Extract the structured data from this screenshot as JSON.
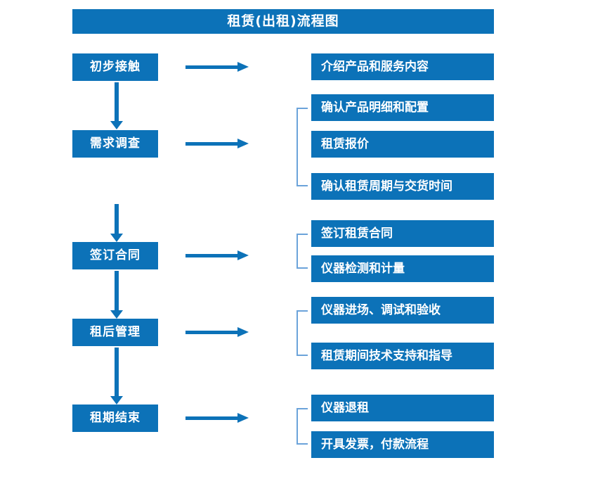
{
  "diagram": {
    "title": "租赁(出租)流程图",
    "colors": {
      "box_fill": "#0C72B8",
      "box_text": "#FFFFFF",
      "arrow": "#0C72B8",
      "bracket": "#6BA3DA",
      "background": "#FFFFFF"
    },
    "stages": [
      {
        "label": "初步接触"
      },
      {
        "label": "需求调查"
      },
      {
        "label": "签订合同"
      },
      {
        "label": "租后管理"
      },
      {
        "label": "租期结束"
      }
    ],
    "details": [
      {
        "label": "介绍产品和服务内容"
      },
      {
        "label": "确认产品明细和配置"
      },
      {
        "label": "租赁报价"
      },
      {
        "label": "确认租赁周期与交货时间"
      },
      {
        "label": "签订租赁合同"
      },
      {
        "label": "仪器检测和计量"
      },
      {
        "label": "仪器进场、调试和验收"
      },
      {
        "label": "租赁期间技术支持和指导"
      },
      {
        "label": "仪器退租"
      },
      {
        "label": "开具发票，付款流程"
      }
    ]
  }
}
